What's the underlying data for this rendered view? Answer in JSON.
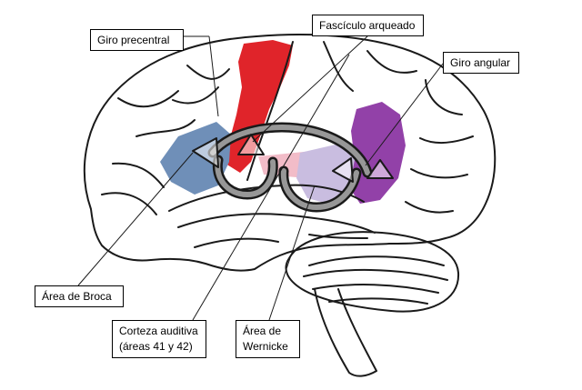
{
  "labels": {
    "precentral": "Giro precentral",
    "arqueado": "Fascículo arqueado",
    "angular": "Giro angular",
    "broca": "Área de Broca",
    "auditiva_1": "Corteza auditiva",
    "auditiva_2": "(áreas 41 y 42)",
    "wernicke_1": "Área de",
    "wernicke_2": "Wernicke"
  },
  "colors": {
    "precentral": "#e0242a",
    "broca": "#6f8fb8",
    "auditiva": "#f2bcc8",
    "wernicke": "#c9bde0",
    "angular": "#9241a8",
    "outline": "#1a1a1a"
  }
}
